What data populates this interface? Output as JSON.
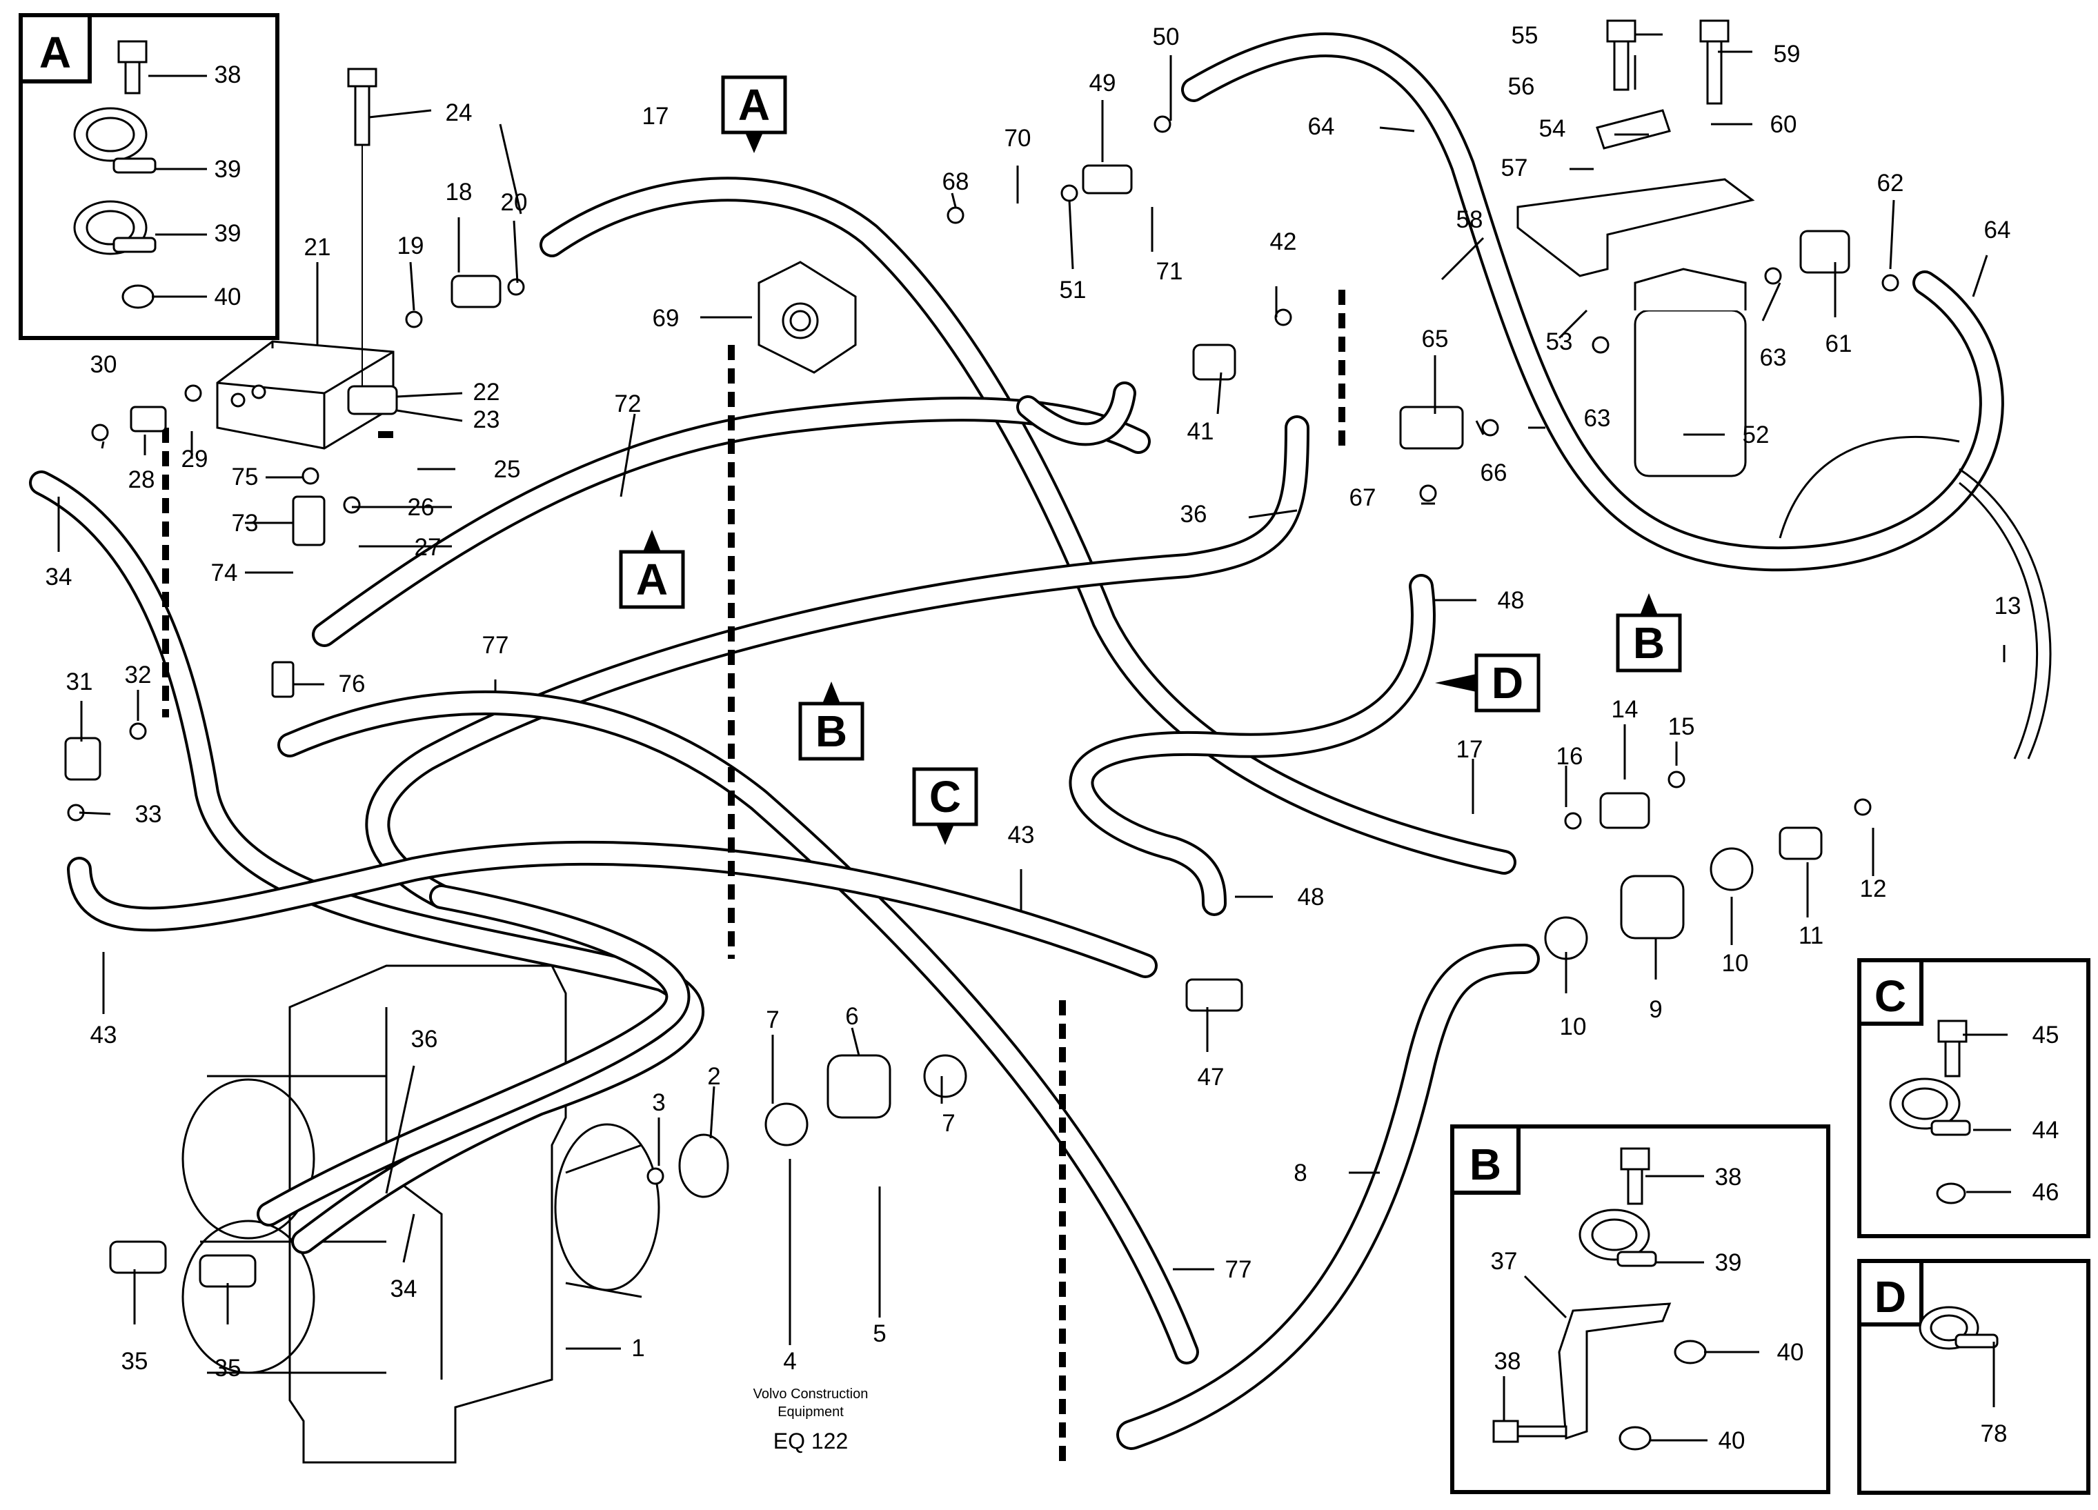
{
  "callouts": {
    "c1": "1",
    "c2": "2",
    "c3": "3",
    "c4": "4",
    "c5": "5",
    "c6": "6",
    "c7a": "7",
    "c7b": "7",
    "c8": "8",
    "c9": "9",
    "c10a": "10",
    "c10b": "10",
    "c11": "11",
    "c12": "12",
    "c13": "13",
    "c14": "14",
    "c15": "15",
    "c16": "16",
    "c17a": "17",
    "c17b": "17",
    "c18": "18",
    "c19": "19",
    "c20": "20",
    "c21": "21",
    "c22": "22",
    "c23": "23",
    "c24": "24",
    "c25": "25",
    "c26": "26",
    "c27": "27",
    "c28": "28",
    "c29": "29",
    "c30": "30",
    "c31": "31",
    "c32": "32",
    "c33": "33",
    "c34a": "34",
    "c34b": "34",
    "c35a": "35",
    "c35b": "35",
    "c36a": "36",
    "c36b": "36",
    "c41": "41",
    "c42": "42",
    "c43a": "43",
    "c43b": "43",
    "c47": "47",
    "c48a": "48",
    "c48b": "48",
    "c49": "49",
    "c50": "50",
    "c51": "51",
    "c52": "52",
    "c53": "53",
    "c54": "54",
    "c55": "55",
    "c56": "56",
    "c57": "57",
    "c58": "58",
    "c59": "59",
    "c60": "60",
    "c61": "61",
    "c62": "62",
    "c63a": "63",
    "c63b": "63",
    "c64a": "64",
    "c64b": "64",
    "c65": "65",
    "c66": "66",
    "c67": "67",
    "c68": "68",
    "c69": "69",
    "c70": "70",
    "c71": "71",
    "c72": "72",
    "c73": "73",
    "c74": "74",
    "c75": "75",
    "c76": "76",
    "c77a": "77",
    "c77b": "77"
  },
  "bubbles": {
    "a1": "A",
    "a2": "A",
    "b1": "B",
    "b2": "B",
    "c1": "C",
    "d1": "D"
  },
  "insets": {
    "a": {
      "letter": "A",
      "n38": "38",
      "n39a": "39",
      "n39b": "39",
      "n40": "40"
    },
    "b": {
      "letter": "B",
      "n37": "37",
      "n38a": "38",
      "n38b": "38",
      "n39": "39",
      "n40a": "40",
      "n40b": "40"
    },
    "c": {
      "letter": "C",
      "n44": "44",
      "n45": "45",
      "n46": "46"
    },
    "d": {
      "letter": "D",
      "n78": "78"
    }
  },
  "footer": {
    "line1": "Volvo Construction",
    "line2": "Equipment",
    "code": "EQ 122"
  }
}
